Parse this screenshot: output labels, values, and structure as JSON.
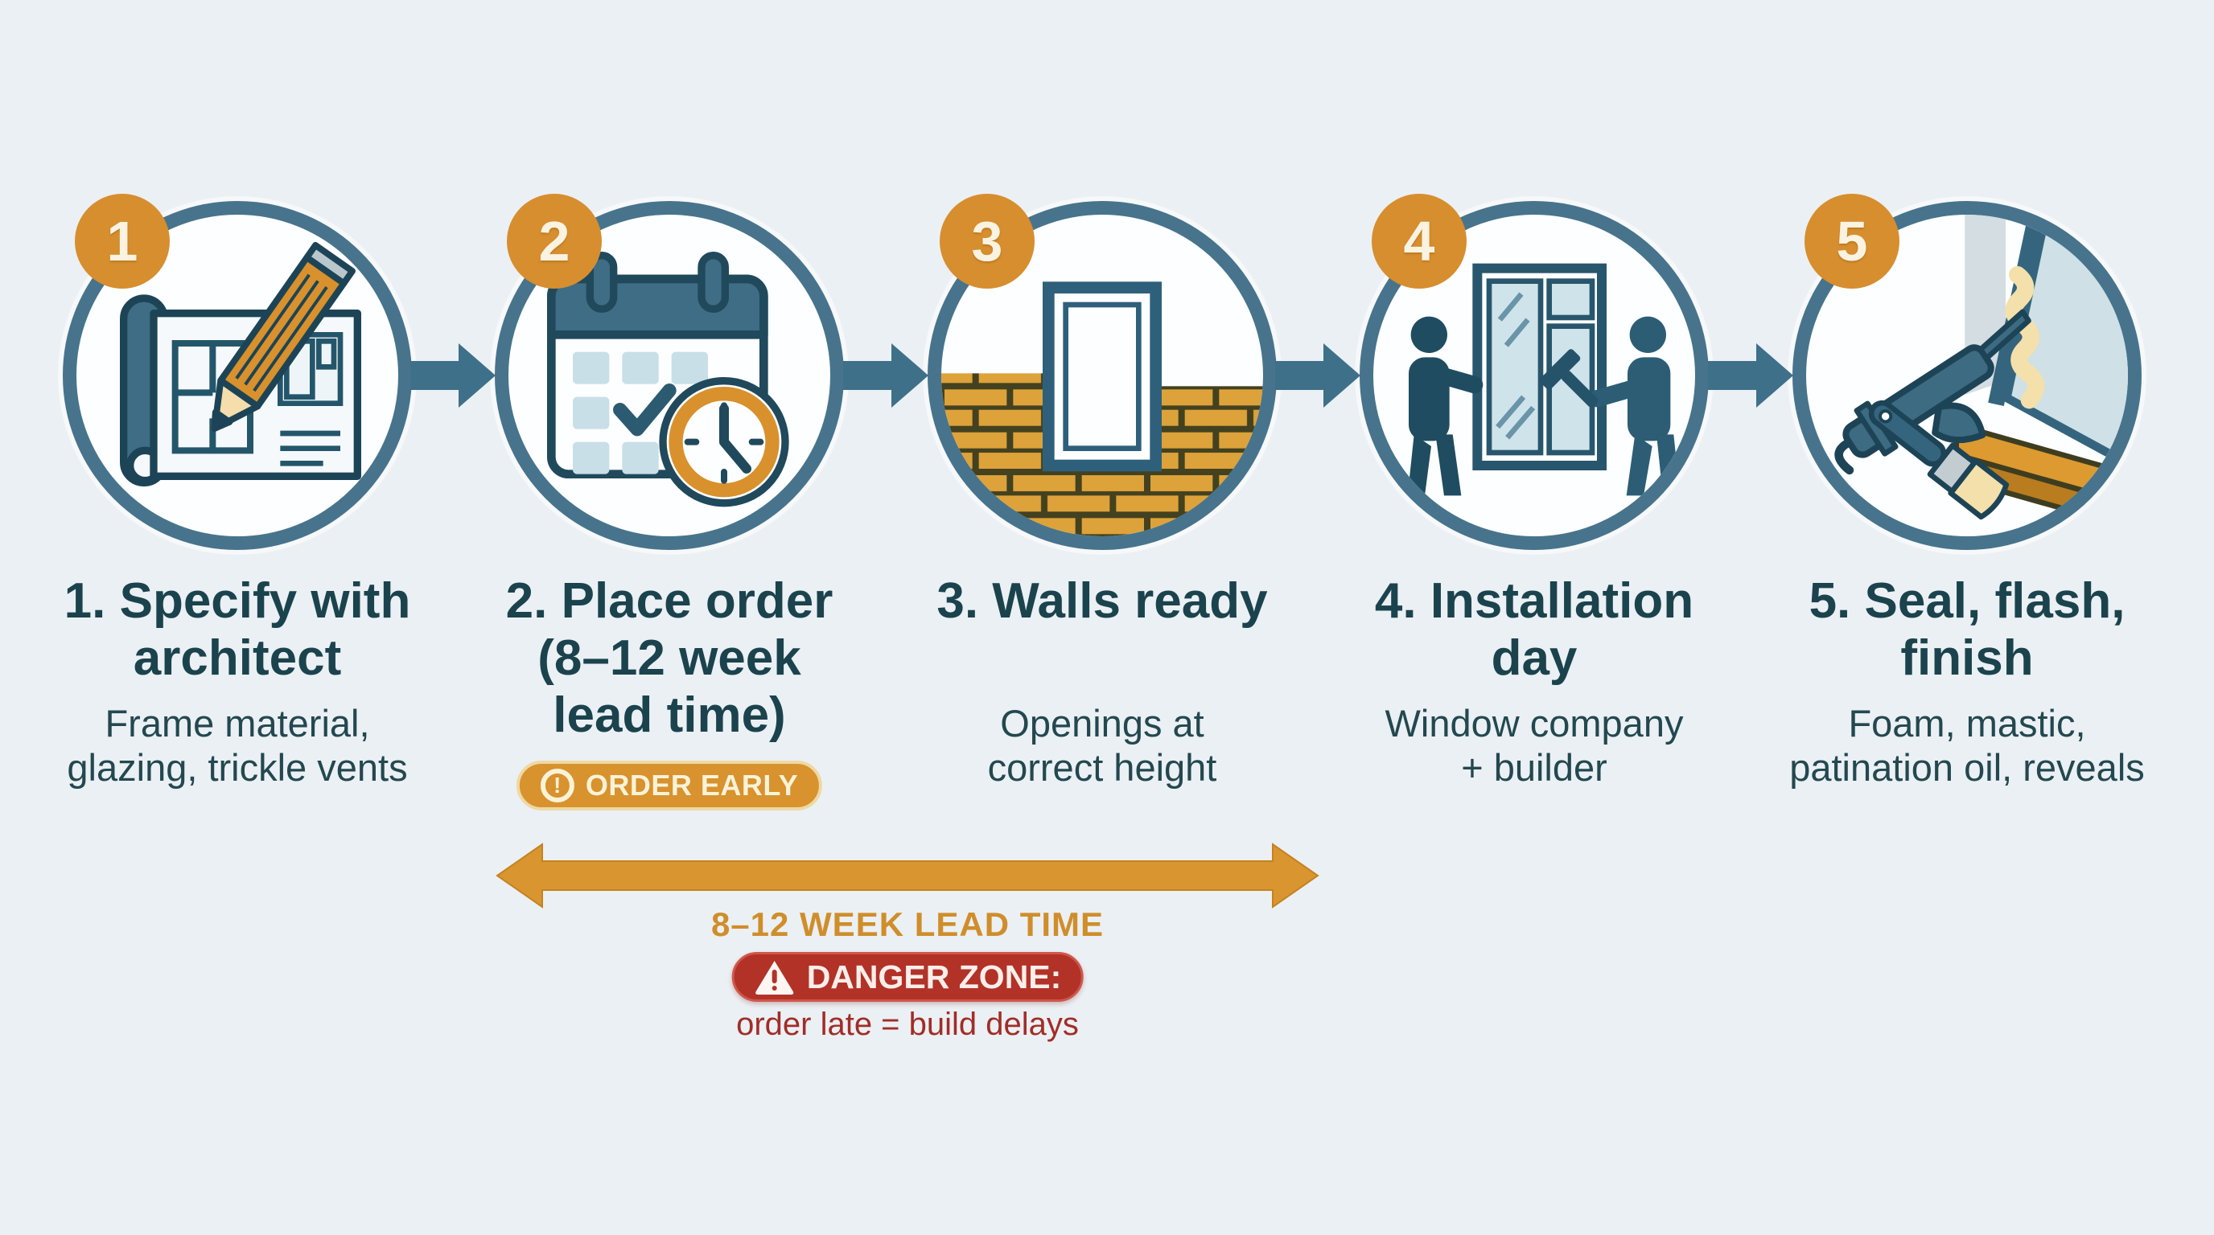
{
  "steps": [
    {
      "number": "1",
      "title": "1. Specify with\narchitect",
      "subtitle": "Frame material,\nglazing, trickle vents",
      "icon": "blueprint-pencil"
    },
    {
      "number": "2",
      "title": "2. Place order\n(8–12 week\nlead time)",
      "subtitle": "",
      "badge": "ORDER EARLY",
      "badge_icon": "!",
      "icon": "calendar-clock"
    },
    {
      "number": "3",
      "title": "3. Walls ready",
      "subtitle": "Openings at\ncorrect height",
      "icon": "brick-wall-opening"
    },
    {
      "number": "4",
      "title": "4. Installation\nday",
      "subtitle": "Window company\n+ builder",
      "icon": "installers-window"
    },
    {
      "number": "5",
      "title": "5. Seal, flash,\nfinish",
      "subtitle": "Foam, mastic,\npatination oil, reveals",
      "icon": "caulk-gun-brush"
    }
  ],
  "timeline": {
    "lead_label": "8–12 WEEK LEAD TIME",
    "danger_label": "DANGER ZONE:",
    "danger_sub": "order late = build delays"
  },
  "colors": {
    "background": "#ebf0f4",
    "circle_teal": "#47748c",
    "dark_teal_text": "#1b434d",
    "accent_orange": "#d78e2e",
    "brick_orange": "#dda239",
    "danger_red": "#b23228",
    "lead_text_orange": "#cf8e2b"
  }
}
